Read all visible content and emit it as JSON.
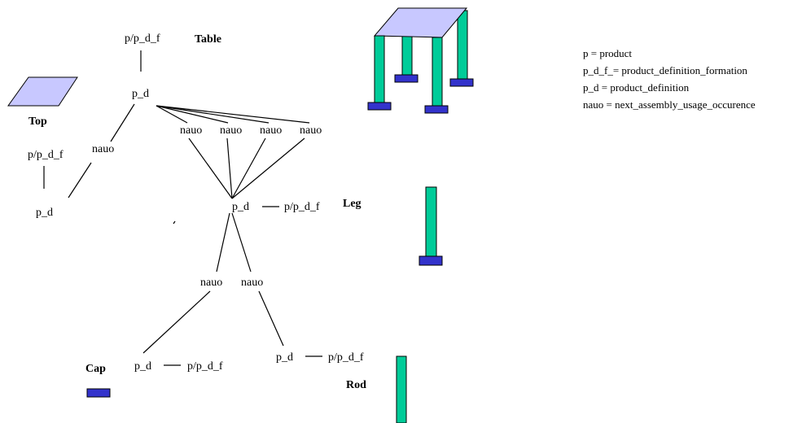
{
  "nodes": {
    "table_ppdf": "p/p_d_f",
    "table_pd": "p_d",
    "top_nauo": "nauo",
    "top_ppdf": "p/p_d_f",
    "top_pd": "p_d",
    "leg_nauo_1": "nauo",
    "leg_nauo_2": "nauo",
    "leg_nauo_3": "nauo",
    "leg_nauo_4": "nauo",
    "leg_pd": "p_d",
    "leg_ppdf": "p/p_d_f",
    "cap_nauo": "nauo",
    "rod_nauo": "nauo",
    "cap_pd": "p_d",
    "cap_ppdf": "p/p_d_f",
    "rod_pd": "p_d",
    "rod_ppdf": "p/p_d_f"
  },
  "parts": {
    "table": "Table",
    "top": "Top",
    "leg": "Leg",
    "cap": "Cap",
    "rod": "Rod"
  },
  "legend": {
    "line1": "p = product",
    "line2": "p_d_f_= product_definition_formation",
    "line3": "p_d = product_definition",
    "line4": "nauo = next_assembly_usage_occurence"
  },
  "colors": {
    "top_surface": "#c8c8ff",
    "leg_rod": "#00cc99",
    "cap": "#3333cc"
  }
}
